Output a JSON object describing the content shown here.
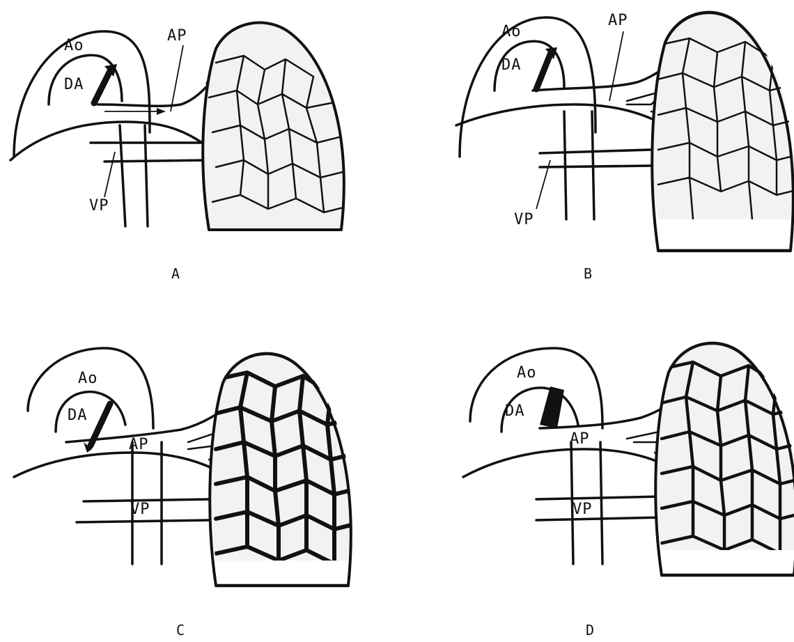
{
  "panels": [
    {
      "id": "A",
      "caption": "A",
      "labels": {
        "ao": "Ao",
        "da": "DA",
        "ap": "AP",
        "vp": "VP"
      }
    },
    {
      "id": "B",
      "caption": "B",
      "labels": {
        "ao": "Ao",
        "da": "DA",
        "ap": "AP",
        "vp": "VP"
      }
    },
    {
      "id": "C",
      "caption": "C",
      "labels": {
        "ao": "Ao",
        "da": "DA",
        "ap": "AP",
        "vp": "VP"
      }
    },
    {
      "id": "D",
      "caption": "D",
      "labels": {
        "ao": "Ao",
        "da": "DA",
        "ap": "AP",
        "vp": "VP"
      }
    }
  ]
}
